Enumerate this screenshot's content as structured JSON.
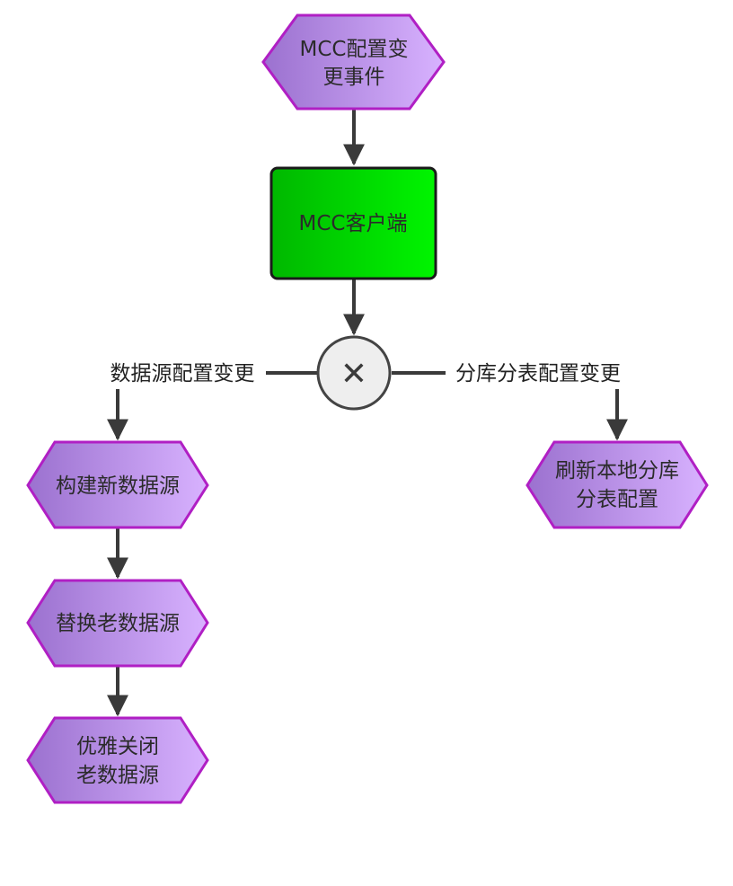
{
  "diagram": {
    "nodes": {
      "mcc_event": {
        "line1": "MCC配置变",
        "line2": "更事件"
      },
      "mcc_client": {
        "label": "MCC客户端"
      },
      "gateway": {
        "symbol": "✕"
      },
      "build_new_ds": {
        "label": "构建新数据源"
      },
      "replace_old_ds": {
        "label": "替换老数据源"
      },
      "close_old_ds": {
        "line1": "优雅关闭",
        "line2": "老数据源"
      },
      "refresh_sharding": {
        "line1": "刷新本地分库",
        "line2": "分表配置"
      }
    },
    "edge_labels": {
      "datasource_change": "数据源配置变更",
      "sharding_change": "分库分表配置变更"
    },
    "colors": {
      "event_fill_start": "#9b71cf",
      "event_fill_end": "#d8b2ff",
      "event_stroke": "#b01fc4",
      "client_fill_start": "#00b800",
      "client_fill_end": "#00f500",
      "client_stroke": "#1a1a1a",
      "gateway_fill": "#eeeeee",
      "gateway_stroke": "#444444",
      "connector": "#3a3a3a"
    }
  }
}
